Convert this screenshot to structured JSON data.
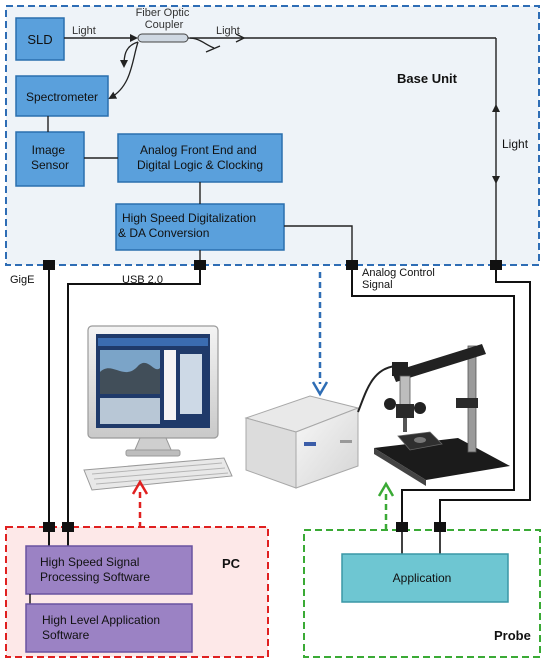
{
  "regions": {
    "base_unit": "Base Unit",
    "pc": "PC",
    "probe": "Probe"
  },
  "blocks": {
    "sld": "SLD",
    "spectrometer": "Spectrometer",
    "image_sensor": [
      "Image",
      "Sensor"
    ],
    "analog_front_end": [
      "Analog Front End and",
      "Digital Logic & Clocking"
    ],
    "digitalization": [
      "High Speed Digitalization",
      "& DA Conversion"
    ],
    "signal_processing": [
      "High Speed Signal",
      "Processing Software"
    ],
    "application_software": [
      "High Level Application",
      "Software"
    ],
    "application": "Application"
  },
  "labels": {
    "fiber_coupler": [
      "Fiber Optic",
      "Coupler"
    ],
    "light_left": "Light",
    "light_right": "Light",
    "light_vertical": "Light",
    "gige": "GigE",
    "usb": "USB 2.0",
    "analog_control": [
      "Analog Control",
      "Signal"
    ]
  },
  "colors": {
    "base_border": "#2e6db5",
    "base_fill": "#eef3f8",
    "block_blue": "#5aa0dc",
    "block_blue_border": "#2a6fae",
    "pc_border": "#e02020",
    "pc_fill": "#fde8e8",
    "block_purple": "#9b82c4",
    "probe_border": "#3aaa35",
    "block_teal": "#6ec6d2"
  },
  "icons": [
    "computer-monitor-icon",
    "keyboard-icon",
    "oct-base-unit-device-icon",
    "oct-probe-stand-icon"
  ]
}
